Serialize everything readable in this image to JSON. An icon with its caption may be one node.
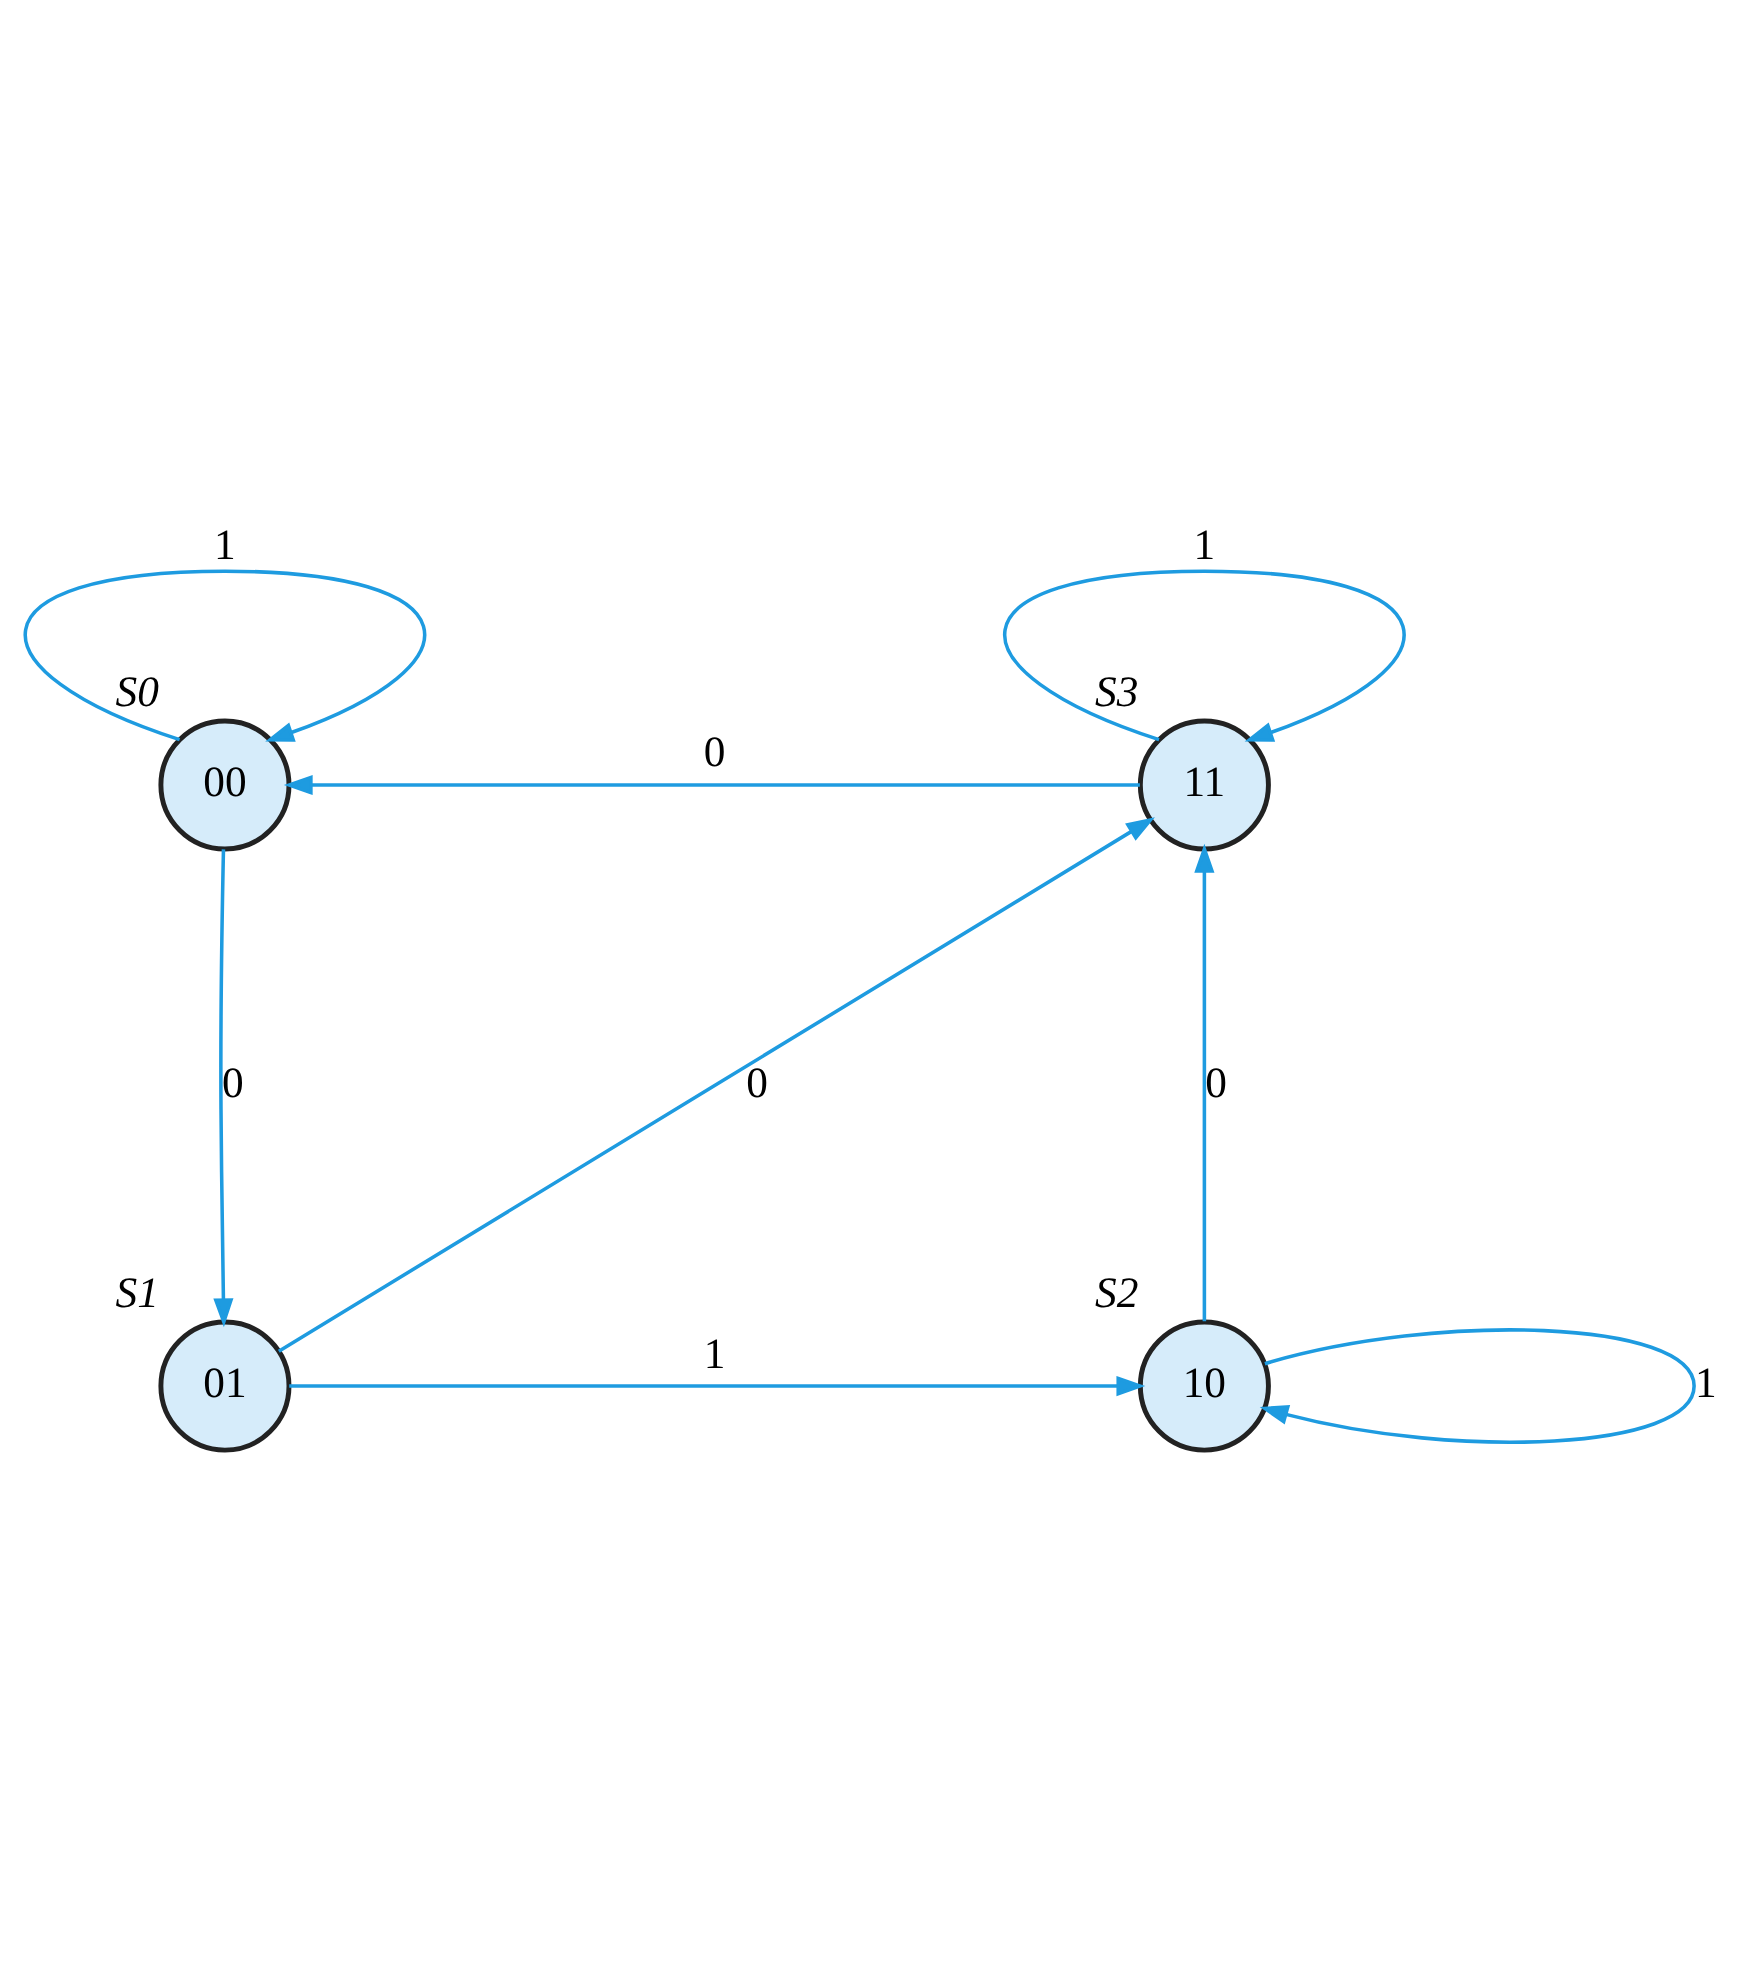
{
  "diagram": {
    "nodes": [
      {
        "text": [
          "00"
        ],
        "beside": [
          "S0"
        ]
      },
      {
        "text": [
          "01"
        ],
        "beside": [
          "S1"
        ]
      },
      {
        "text": [
          "10"
        ],
        "beside": [
          "S2"
        ]
      },
      {
        "text": [
          "11"
        ],
        "beside": [
          "S3"
        ]
      }
    ],
    "edges": [
      {
        "from": 0,
        "to": 0,
        "arrow": "to",
        "label": "1"
      },
      {
        "from": 3,
        "to": 0,
        "arrow": "to",
        "label": "0"
      },
      {
        "from": 3,
        "to": 3,
        "arrow": "to",
        "label": "1"
      },
      {
        "from": 0,
        "to": 1,
        "arrow": "to",
        "label": "0"
      },
      {
        "from": 1,
        "to": 3,
        "arrow": "to",
        "label": "0"
      },
      {
        "from": 2,
        "to": 3,
        "arrow": "to",
        "label": "0"
      },
      {
        "from": 1,
        "to": 2,
        "arrow": "to",
        "label": "1"
      },
      {
        "from": 2,
        "to": 2,
        "arrow": "to",
        "label": "1"
      }
    ]
  }
}
